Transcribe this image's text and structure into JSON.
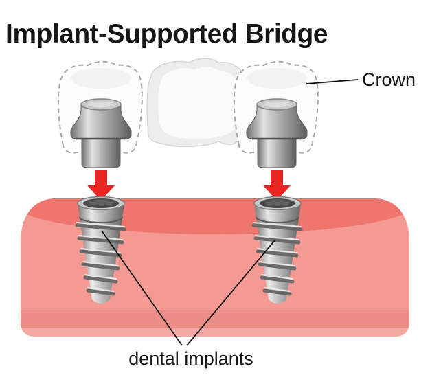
{
  "title": "Implant-Supported Bridge",
  "labels": {
    "crown": "Crown",
    "implants": "dental implants"
  },
  "colors": {
    "text": "#161616",
    "gum_main": "#f49a93",
    "gum_ridge": "#ee766e",
    "gum_lower": "#ec8d86",
    "gum_bottom": "#f3a8a1",
    "arrow_red": "#e8251f",
    "dash_outline": "#a8a8a8",
    "crown_fill": "#ededed",
    "callout_line": "#111111"
  }
}
